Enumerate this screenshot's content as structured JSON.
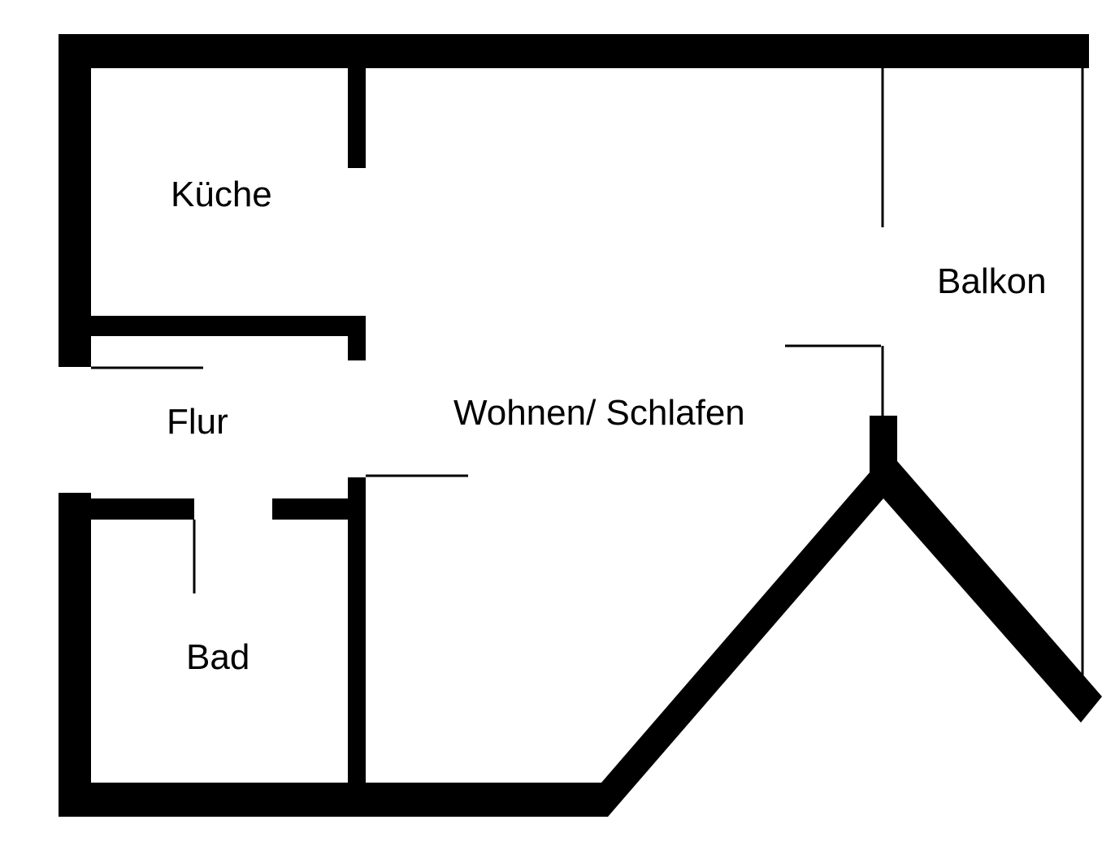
{
  "rooms": {
    "kitchen": "Küche",
    "balcony": "Balkon",
    "hallway": "Flur",
    "living_sleeping": "Wohnen/ Schlafen",
    "bathroom": "Bad"
  },
  "colors": {
    "wall": "#000000",
    "background": "#ffffff"
  }
}
